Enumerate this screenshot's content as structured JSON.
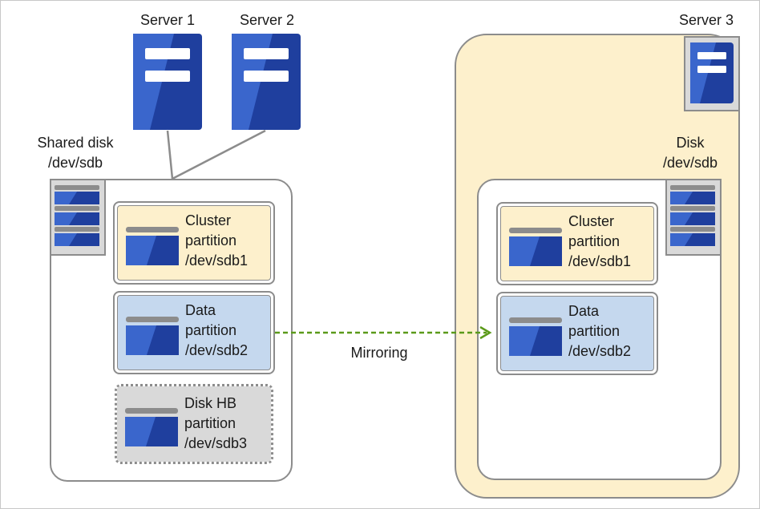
{
  "servers": {
    "server1": "Server 1",
    "server2": "Server 2",
    "server3": "Server 3"
  },
  "shared_disk": {
    "label_line1": "Shared disk",
    "label_line2": "/dev/sdb",
    "partitions": [
      {
        "line1": "Cluster",
        "line2": "partition",
        "line3": "/dev/sdb1"
      },
      {
        "line1": "Data",
        "line2": "partition",
        "line3": "/dev/sdb2"
      },
      {
        "line1": "Disk HB",
        "line2": "partition",
        "line3": "/dev/sdb3"
      }
    ]
  },
  "server3_disk": {
    "label_line1": "Disk",
    "label_line2": "/dev/sdb",
    "partitions": [
      {
        "line1": "Cluster",
        "line2": "partition",
        "line3": "/dev/sdb1"
      },
      {
        "line1": "Data",
        "line2": "partition",
        "line3": "/dev/sdb2"
      }
    ]
  },
  "mirroring_label": "Mirroring",
  "colors": {
    "server_blue": "#1f3f9e",
    "cluster_fill": "#fdf0cc",
    "data_fill": "#c5d8ee",
    "hb_fill": "#d9d9d9",
    "mirror_arrow": "#5b9a1a"
  }
}
